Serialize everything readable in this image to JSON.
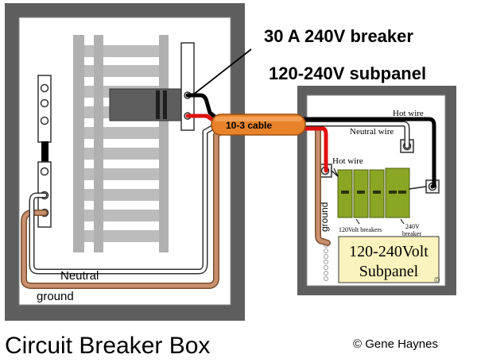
{
  "labels": {
    "breaker_title": "30 A 240V breaker",
    "subpanel_title": "120-240V subpanel",
    "cable": "10-3 cable",
    "hot_wire_top": "Hot wire",
    "neutral_wire": "Neutral wire",
    "hot_wire_mid": "Hot wire",
    "ground_sub": "ground",
    "breakers_120": "120Volt breakers",
    "breaker_240_line1": "240V",
    "breaker_240_line2": "breaker",
    "sub_label_line1": "120-240Volt",
    "sub_label_line2": "Subpanel",
    "copyright_small": "©",
    "neutral_main": "Neutral",
    "ground_main": "ground",
    "main_caption": "Circuit Breaker Box",
    "author": "© Gene Haynes"
  },
  "colors": {
    "hot_black": "#000000",
    "hot_red": "#e01010",
    "neutral_white": "#ffffff",
    "ground_copper": "#c8906e",
    "cable_orange": "#e8832a",
    "breaker_green": "#8aa625",
    "sub_label_bg": "#fbf3bd",
    "panel_gray": "#5e5e5e",
    "bus_gray": "#bcbcbc"
  }
}
